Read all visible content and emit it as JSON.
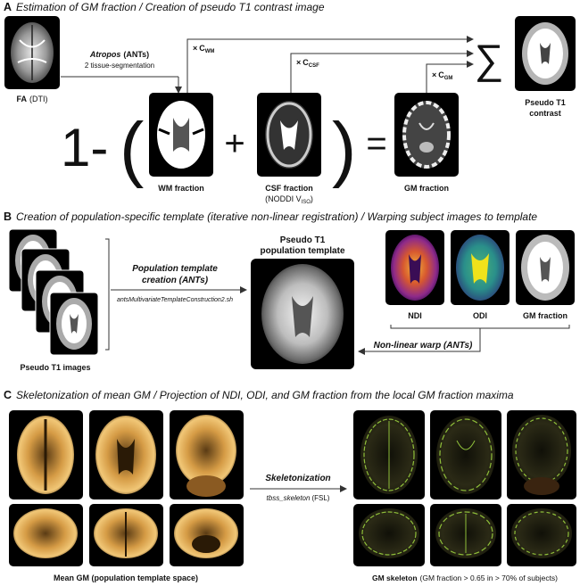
{
  "panel_a": {
    "letter": "A",
    "title": "Estimation of GM fraction / Creation of pseudo T1 contrast image",
    "fa_label_bold": "FA",
    "fa_label_rest": "(DTI)",
    "atropos_bold": "Atropos",
    "atropos_rest": "(ANTs)",
    "atropos_sub": "2 tissue-segmentation",
    "c_wm": "C",
    "c_wm_sub": "WM",
    "c_csf": "C",
    "c_csf_sub": "CSF",
    "c_gm": "C",
    "c_gm_sub": "GM",
    "times": "×",
    "one_minus": "1-",
    "open_paren": "(",
    "close_paren": ")",
    "plus": "+",
    "equals": "=",
    "sigma": "∑",
    "wm_label": "WM fraction",
    "csf_label": "CSF fraction",
    "csf_sub_label": "(NODDI V",
    "csf_sub_iso": "ISO",
    "csf_sub_close": ")",
    "gm_label": "GM fraction",
    "pseudo_label_1": "Pseudo T1",
    "pseudo_label_2": "contrast"
  },
  "panel_b": {
    "letter": "B",
    "title": "Creation of population-specific template (iterative non-linear registration) / Warping subject images to template",
    "pseudo_images_label": "Pseudo T1 images",
    "pop_create_1": "Population template",
    "pop_create_2": "creation (ANTs)",
    "script_name": "antsMultivariateTemplateConstruction2.sh",
    "template_title_1": "Pseudo T1",
    "template_title_2": "population template",
    "ndi": "NDI",
    "odi": "ODI",
    "gm_fraction": "GM fraction",
    "warp_label": "Non-linear warp (ANTs)"
  },
  "panel_c": {
    "letter": "C",
    "title": "Skeletonization of mean GM / Projection of NDI, ODI, and GM fraction from the local GM fraction maxima",
    "skel_label": "Skeletonization",
    "skel_tool": "tbss_skeleton",
    "skel_tool_rest": "(FSL)",
    "mean_gm_label": "Mean GM (population template space)",
    "gm_skel_bold": "GM skeleton",
    "gm_skel_rest": "(GM fraction > 0.65 in > 70% of subjects)"
  },
  "colors": {
    "tile_bg": "#000000",
    "wm": "#ffffff",
    "gm_orange": "#d59b45",
    "skeleton_green": "#8fbf3a",
    "ndi_magenta": "#c0389a",
    "odi_teal": "#2a8f8a",
    "odi_yellow": "#f0e21b"
  }
}
